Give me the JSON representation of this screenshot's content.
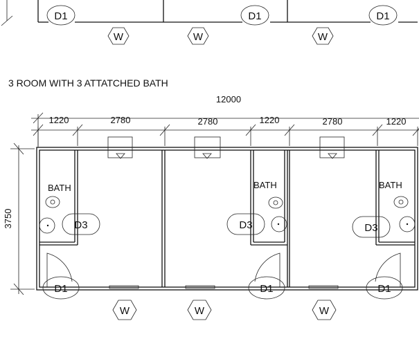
{
  "title": "3 ROOM WITH 3 ATTATCHED BATH",
  "dimensions": {
    "overall_length": "12000",
    "segments": [
      "1220",
      "2780",
      "2780",
      "1220",
      "2780",
      "1220"
    ],
    "height": "3750"
  },
  "rooms": {
    "bath_label": "BATH",
    "door_main": "D1",
    "door_bath": "D3",
    "window": "W"
  }
}
